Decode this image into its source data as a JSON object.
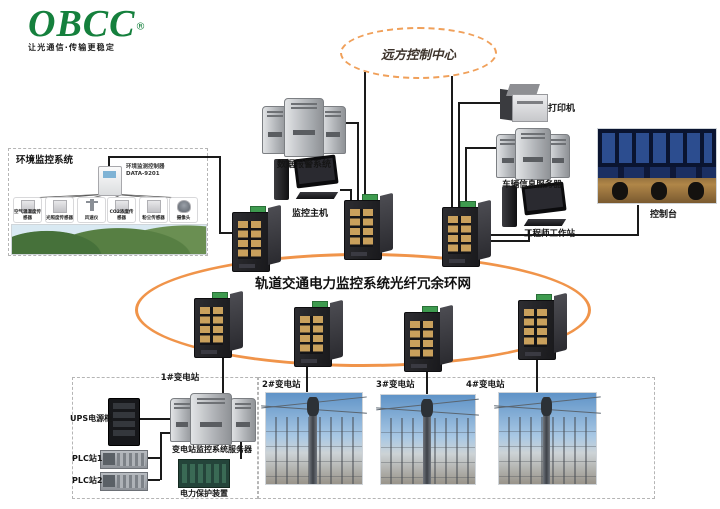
{
  "logo": {
    "text": "OBCC",
    "reg": "®",
    "slogan": "让光通信·传输更稳定"
  },
  "cloud": {
    "label": "远方控制中心"
  },
  "ring": {
    "label": "轨道交通电力监控系统光纤冗余环网"
  },
  "devices": {
    "alarm_servers": "数据报警系统",
    "monitor_host": "监控主机",
    "printer": "打印机",
    "vehicle_server": "车辆信息服务器",
    "engineer_ws": "工程师工作站",
    "console": "控制台"
  },
  "env": {
    "title": "环境监控系统",
    "controller": "环境监测控制器",
    "controller_model": "DATA-9201",
    "sensors": [
      "空气温湿度传感器",
      "光照度传感器",
      "风速仪",
      "CO2浓度传感器",
      "粉尘传感器",
      "摄像头"
    ]
  },
  "stations": [
    {
      "label": "1#变电站"
    },
    {
      "label": "2#变电站"
    },
    {
      "label": "3#变电站"
    },
    {
      "label": "4#变电站"
    }
  ],
  "station_room": {
    "ups": "UPS电源柜",
    "server": "变电站监控系统服务器",
    "plc1": "PLC站1",
    "plc2": "PLC站2",
    "protection": "电力保护装置"
  },
  "colors": {
    "ring_orange": "#F0944A",
    "logo_green": "#15803D",
    "cloud_dash": "#F0A05A"
  }
}
